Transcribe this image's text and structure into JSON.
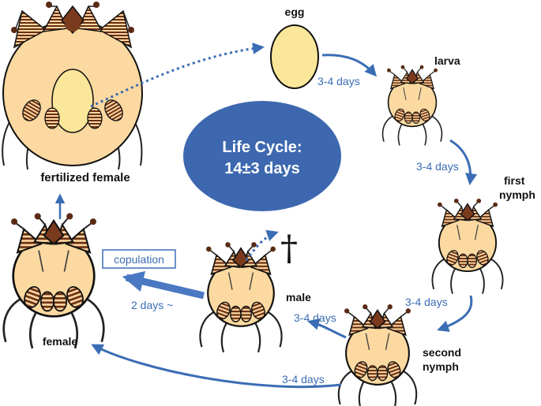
{
  "diagram": {
    "center": {
      "line1": "Life Cycle:",
      "line2": "14±3 days"
    },
    "stages": {
      "egg": "egg",
      "larva": "larva",
      "first_nymph_1": "first",
      "first_nymph_2": "nymph",
      "second_nymph_1": "second",
      "second_nymph_2": "nymph",
      "male": "male",
      "female": "female",
      "fertilized_female": "fertilized female"
    },
    "durations": {
      "egg_to_larva": "3-4 days",
      "larva_to_first": "3-4 days",
      "first_to_second": "3-4 days",
      "second_to_male": "3-4 days",
      "second_to_female": "3-4 days",
      "male_to_female": "2 days ~"
    },
    "copulation": "copulation",
    "death_symbol": "†",
    "colors": {
      "arrow": "#3b6db5",
      "body": "#fbd9a0",
      "egg": "#fbe79a",
      "leg_brown": "#7a3a1e",
      "center_ellipse": "#3d68b0"
    }
  }
}
